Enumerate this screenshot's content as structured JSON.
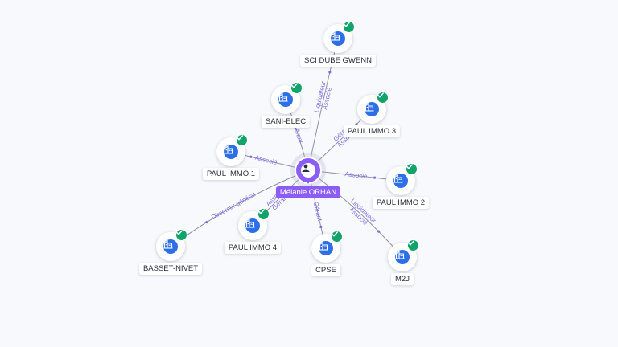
{
  "center": {
    "name": "Mélanie ORHAN",
    "icon": "person-icon"
  },
  "nodes": [
    {
      "id": "sci-dube-gwenn",
      "label": "SCI DUBE GWENN",
      "icon": "building-icon",
      "verified": true
    },
    {
      "id": "sani-elec",
      "label": "SANI-ELEC",
      "icon": "building-icon",
      "verified": true
    },
    {
      "id": "paul-immo-3",
      "label": "PAUL IMMO 3",
      "icon": "building-icon",
      "verified": true
    },
    {
      "id": "paul-immo-1",
      "label": "PAUL IMMO 1",
      "icon": "building-icon",
      "verified": true
    },
    {
      "id": "paul-immo-2",
      "label": "PAUL IMMO 2",
      "icon": "building-icon",
      "verified": true
    },
    {
      "id": "paul-immo-4",
      "label": "PAUL IMMO 4",
      "icon": "building-icon",
      "verified": true
    },
    {
      "id": "basset-nivet",
      "label": "BASSET-NIVET",
      "icon": "building-icon",
      "verified": true
    },
    {
      "id": "cpse",
      "label": "CPSE",
      "icon": "building-icon",
      "verified": true
    },
    {
      "id": "m2j",
      "label": "M2J",
      "icon": "building-icon",
      "verified": true
    }
  ],
  "edges": [
    {
      "target": "sci-dube-gwenn",
      "roles": [
        "Liquidateur",
        "Associé"
      ]
    },
    {
      "target": "sani-elec",
      "roles": [
        "Gérant"
      ]
    },
    {
      "target": "paul-immo-3",
      "roles": [
        "Gérant",
        "Associé"
      ]
    },
    {
      "target": "paul-immo-1",
      "roles": [
        "Associé"
      ]
    },
    {
      "target": "paul-immo-2",
      "roles": [
        "Associé"
      ]
    },
    {
      "target": "paul-immo-4",
      "roles": [
        "Gérant",
        "Associé"
      ]
    },
    {
      "target": "basset-nivet",
      "roles": [
        "Directeur général"
      ]
    },
    {
      "target": "cpse",
      "roles": [
        "Gérant"
      ]
    },
    {
      "target": "m2j",
      "roles": [
        "Liquidateur",
        "Associé"
      ]
    }
  ],
  "colors": {
    "person": "#8b5cf6",
    "company": "#2c6fe6",
    "verified": "#11a36a",
    "edge": "#8e8ea6",
    "edge_label": "#7b6ee0"
  }
}
